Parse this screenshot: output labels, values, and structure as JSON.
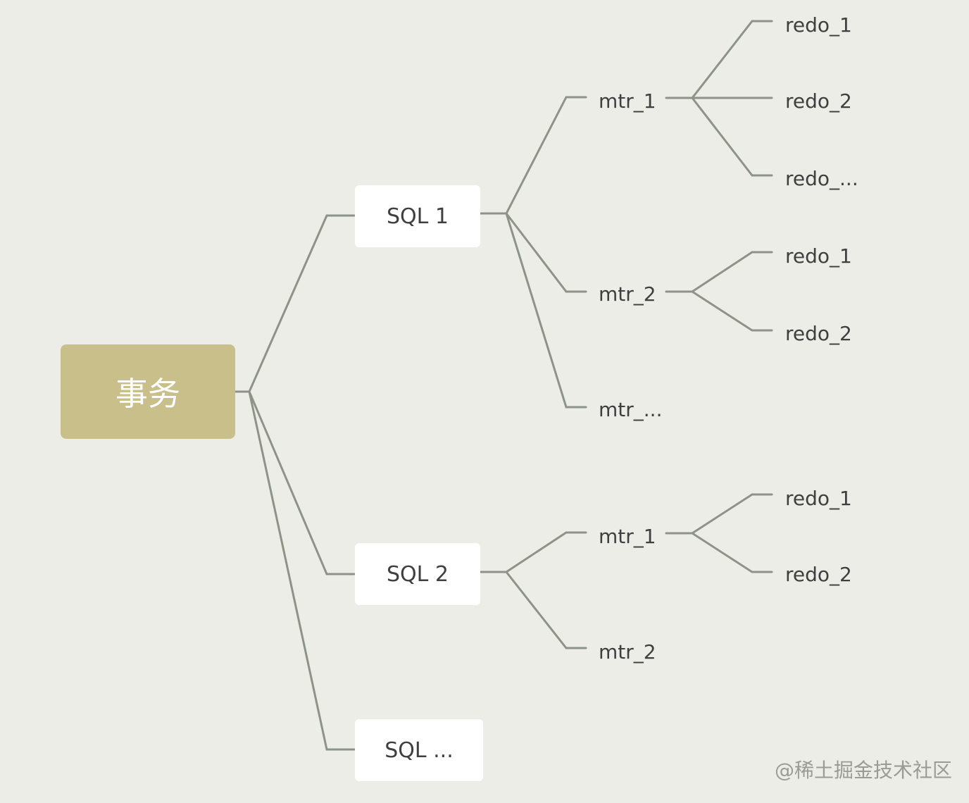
{
  "root": {
    "label": "事务"
  },
  "sql": [
    {
      "label": "SQL 1"
    },
    {
      "label": "SQL 2"
    },
    {
      "label": "SQL ..."
    }
  ],
  "mtr": [
    {
      "label": "mtr_1"
    },
    {
      "label": "mtr_2"
    },
    {
      "label": "mtr_..."
    },
    {
      "label": "mtr_1"
    },
    {
      "label": "mtr_2"
    }
  ],
  "redo": [
    {
      "label": "redo_1"
    },
    {
      "label": "redo_2"
    },
    {
      "label": "redo_..."
    },
    {
      "label": "redo_1"
    },
    {
      "label": "redo_2"
    },
    {
      "label": "redo_1"
    },
    {
      "label": "redo_2"
    }
  ],
  "watermark": "@稀土掘金技术社区",
  "colors": {
    "background": "#ecede6",
    "root_fill": "#c8bf8b",
    "box_fill": "#ffffff",
    "connector": "#8e9389",
    "text": "#3f3f3f"
  }
}
